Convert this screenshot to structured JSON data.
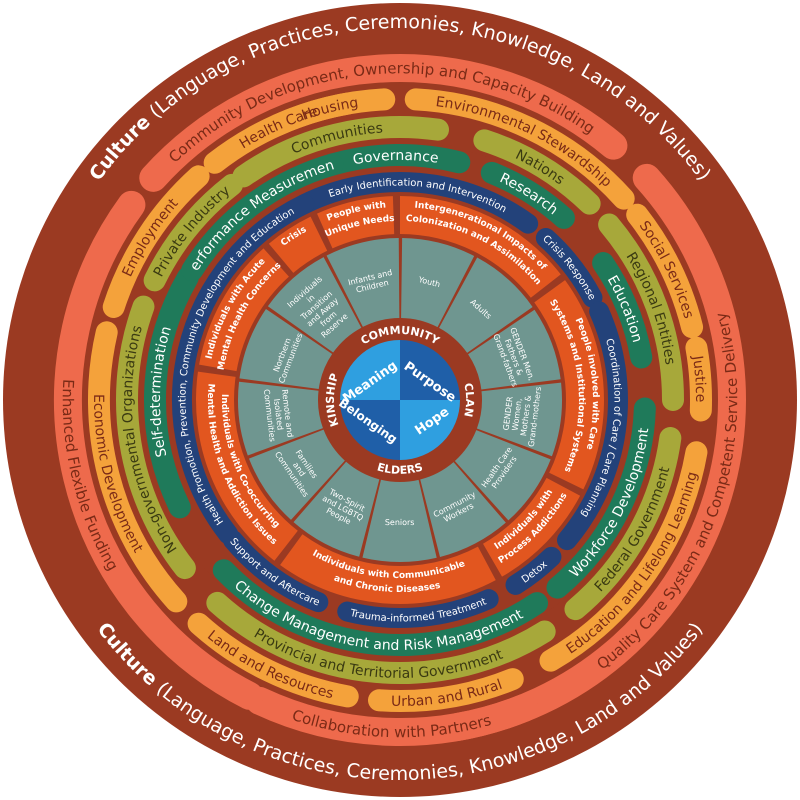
{
  "colors": {
    "outer_brown": "#9b3a22",
    "coral": "#ee6a4c",
    "orange": "#f4a23b",
    "olive": "#a7a83a",
    "green": "#1f7a5a",
    "navy": "#23427a",
    "burnt": "#e2561f",
    "teal_gray": "#6f9690",
    "blue_dark": "#1f5fa8",
    "blue_light": "#2f9fe0",
    "white": "#ffffff"
  },
  "culture": {
    "word": "Culture",
    "detail": "(Language, Practices, Ceremonies, Knowledge, Land and Values)"
  },
  "ring_coral": [
    "Community Development, Ownership and Capacity Building",
    "Quality Care System and Competent Service Delivery",
    "Collaboration with Partners",
    "Enhanced Flexible Funding"
  ],
  "ring_orange": [
    "Housing",
    "Environmental Stewardship",
    "Social Services",
    "Justice",
    "Education and Lifelong Learning",
    "Urban and Rural",
    "Land and Resources",
    "Economic Development",
    "Employment",
    "Health Care"
  ],
  "ring_olive": [
    "Communities",
    "Nations",
    "Regional Entities",
    "Federal Government",
    "Provincial and Territorial Government",
    "Non-governmental Organizations",
    "Private Industry"
  ],
  "ring_green": [
    "Governance",
    "Research",
    "Education",
    "Workforce Development",
    "Change Management and Risk Management",
    "Self-determination",
    "Performance Measurement"
  ],
  "ring_navy": [
    "Early Identification and Intervention",
    "Crisis Response",
    "Coordination of Care / Care Planning",
    "Detox",
    "Trauma-informed Treatment",
    "Support and Aftercare",
    "Health Promotion, Prevention, Community Development and Education"
  ],
  "ring_burnt": [
    "Intergenerational Impacts of Colonization and Assimilation",
    "People involved with Care Systems and Institutional Systems",
    "Individuals with Process Addictions",
    "Individuals with Communicable and Chronic Diseases",
    "Individuals with Co-occurring Mental Health and Addiction Issues",
    "Individuals with Acute Mental Health Concerns",
    "Crisis",
    "People with Unique Needs"
  ],
  "ring_teal": [
    "Youth",
    "Adults",
    "GENDER Men, Fathers & Grand-fathers",
    "GENDER Women, Mothers & Grand-mothers",
    "Health Care Providers",
    "Community Workers",
    "Seniors",
    "Two-Spirit and LGBTQ People",
    "Families and Communities",
    "Remote and Isolated Communities",
    "Northern Communities",
    "Individuals in Transition and Away from Reserve",
    "Infants and Children"
  ],
  "ring_words": {
    "top": "COMMUNITY",
    "right": "CLAN",
    "bottom": "ELDERS",
    "left": "KINSHIP"
  },
  "core": {
    "top_left": "Meaning",
    "top_right": "Purpose",
    "bottom_left": "Belonging",
    "bottom_right": "Hope"
  }
}
